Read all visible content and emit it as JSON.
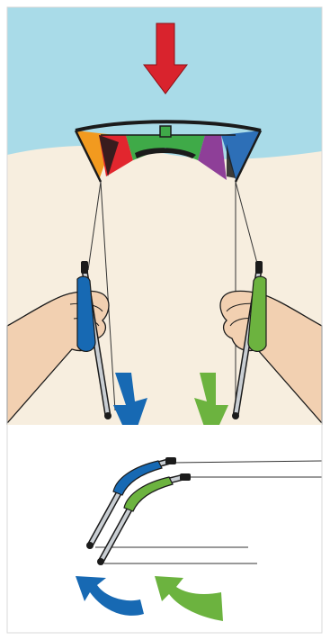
{
  "illustration": {
    "panels": [
      {
        "id": "kite-scene",
        "background": [
          "sky",
          "sand"
        ]
      },
      {
        "id": "handle-detail",
        "background": [
          "white"
        ]
      }
    ],
    "icons": [
      "down-arrow-icon",
      "curved-arrow-icon",
      "kite-icon",
      "hand-icon",
      "control-handle-icon"
    ],
    "colors": {
      "sky": "#a9dbe8",
      "sand": "#f7eedf",
      "skin": "#f2d0b1",
      "red_arrow": "#d9232d",
      "blue": "#1769b3",
      "green": "#6cb33f",
      "kite_orange": "#f29a1f",
      "kite_red": "#e2262e",
      "kite_green": "#3faa48",
      "kite_purple": "#8e3f98",
      "kite_blue": "#2d6fb7",
      "outline": "#1b1b1b",
      "metal": "#c9ced3"
    }
  }
}
